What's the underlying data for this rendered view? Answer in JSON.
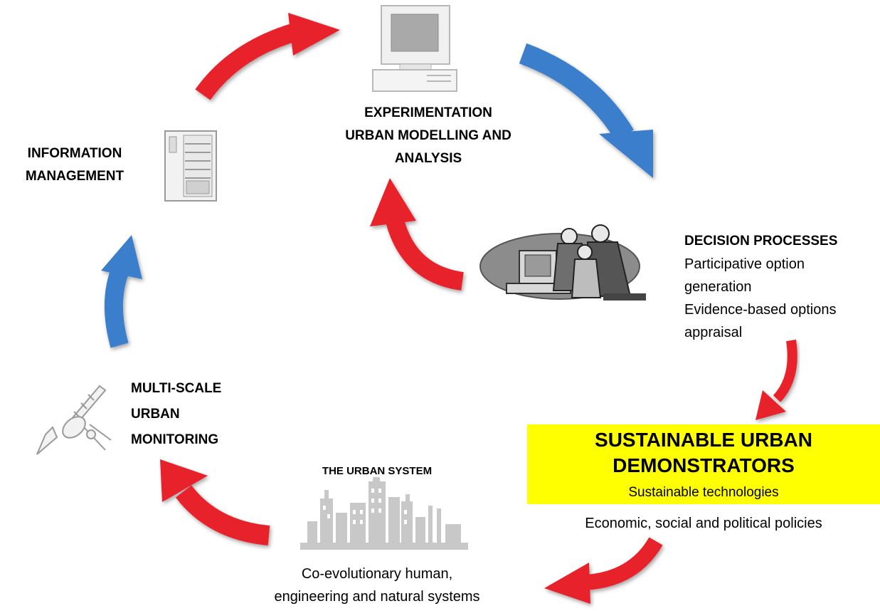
{
  "colors": {
    "red_arrow": "#e8232a",
    "blue_arrow": "#3b7ecb",
    "highlight": "#ffff00",
    "icon_gray": "#b8b8b8"
  },
  "icons": {
    "computer": "desktop-computer-icon",
    "server": "server-rack-icon",
    "people": "people-at-computer-icon",
    "satellite": "satellite-icon",
    "city": "city-skyline-icon"
  },
  "nodes": {
    "experimentation": {
      "line1": "EXPERIMENTATION",
      "line2": "URBAN MODELLING AND",
      "line3": "ANALYSIS"
    },
    "information": {
      "line1": "INFORMATION",
      "line2": "MANAGEMENT"
    },
    "decision": {
      "title": "DECISION PROCESSES",
      "items": [
        "Participative option",
        "generation",
        "Evidence-based options",
        "appraisal"
      ]
    },
    "monitoring": {
      "line1": "MULTI-SCALE",
      "line2": "URBAN",
      "line3": "MONITORING"
    },
    "urban_system": {
      "title": "THE URBAN SYSTEM",
      "line1": "Co-evolutionary human,",
      "line2": "engineering and natural systems"
    },
    "demonstrators": {
      "title1": "SUSTAINABLE URBAN",
      "title2": "DEMONSTRATORS",
      "subtitle": "Sustainable technologies",
      "policies": "Economic, social and political policies"
    }
  }
}
